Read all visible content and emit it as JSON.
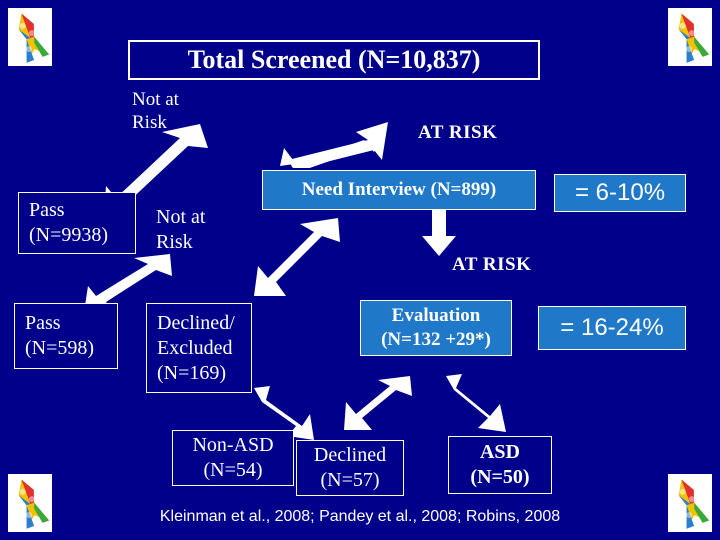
{
  "slide": {
    "background_color": "#00008B",
    "accent_color": "#1f78c8",
    "title": "Total Screened (N=10,837)",
    "credit": "Kleinman et al., 2008; Pandey et al., 2008; Robins, 2008"
  },
  "labels": {
    "not_at_risk_1": "Not at\nRisk",
    "not_at_risk_1_line1": "Not at",
    "not_at_risk_1_line2": "Risk",
    "at_risk_1": "AT RISK",
    "not_at_risk_2_line1": "Not at",
    "not_at_risk_2_line2": "Risk",
    "at_risk_2": "AT RISK"
  },
  "boxes": {
    "pass_9938": {
      "line1": "Pass",
      "line2": "(N=9938)"
    },
    "need_interview": {
      "line1": "Need Interview (N=899)"
    },
    "pct_6_10": "= 6-10%",
    "pass_598": {
      "line1": "Pass",
      "line2": "(N=598)"
    },
    "declined_excluded": {
      "line1": "Declined/",
      "line2": "Excluded",
      "line3": "(N=169)"
    },
    "evaluation": {
      "line1": "Evaluation",
      "line2": "(N=132 +29*)"
    },
    "pct_16_24": "= 16-24%",
    "non_asd": {
      "line1": "Non-ASD",
      "line2": "(N=54)"
    },
    "declined_57": {
      "line1": "Declined",
      "line2": "(N=57)"
    },
    "asd_50": {
      "line1": "ASD",
      "line2": "(N=50)"
    }
  },
  "icons": {
    "ribbon": "puzzle-ribbon-icon",
    "arrow": "arrow-icon"
  }
}
